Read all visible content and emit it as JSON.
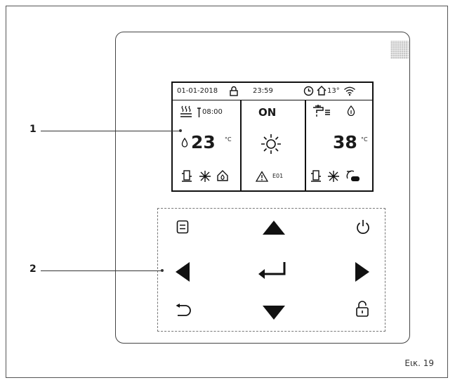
{
  "status_bar": {
    "date": "01-01-2018",
    "time": "23:59",
    "outdoor_temp": "13°",
    "icons": [
      "lock-icon",
      "clock-icon",
      "house-icon",
      "wifi-icon"
    ]
  },
  "left_panel": {
    "timer": "08:00",
    "temperature": "23",
    "unit": "°C",
    "icons": [
      "floor-heating-icon",
      "timer-icon",
      "water-drop-icon",
      "tank-icon",
      "defrost-icon",
      "heating-mode-icon"
    ]
  },
  "center_panel": {
    "state": "ON",
    "error_code": "E01",
    "icons": [
      "sun-icon",
      "warning-icon"
    ]
  },
  "right_panel": {
    "temperature": "38",
    "unit": "°C",
    "icons": [
      "hot-water-tap-icon",
      "water-drop-icon",
      "tank-icon",
      "defrost-icon",
      "heat-pump-icon"
    ]
  },
  "keypad": {
    "buttons": [
      "menu-button",
      "up-button",
      "power-button",
      "left-button",
      "enter-button",
      "right-button",
      "back-button",
      "down-button",
      "unlock-button"
    ]
  },
  "callouts": {
    "screen": "1",
    "keypad": "2"
  },
  "caption": "Εικ. 19"
}
